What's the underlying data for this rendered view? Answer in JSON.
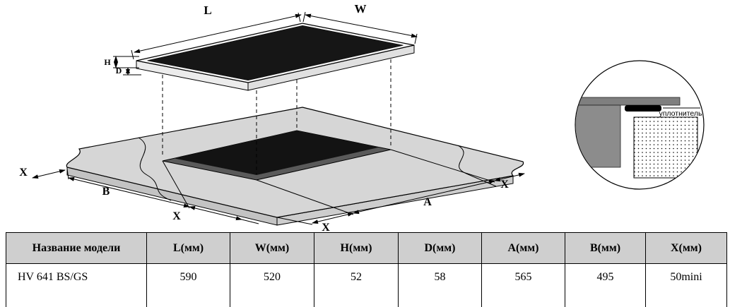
{
  "diagram": {
    "cooktop": {
      "label_l": "L",
      "label_w": "W",
      "label_h": "H",
      "label_d": "D"
    },
    "cutout": {
      "label_x_left": "X",
      "label_b": "B",
      "label_x_bottom_left": "X",
      "label_x_bottom_center": "X",
      "label_a": "A",
      "label_x_right": "X"
    },
    "detail": {
      "seal_label": "уплотнитель"
    }
  },
  "table": {
    "headers": [
      "Название модели",
      "L(мм)",
      "W(мм)",
      "H(мм)",
      "D(мм)",
      "A(мм)",
      "B(мм)",
      "X(мм)"
    ],
    "rows": [
      {
        "model": "HV 641 BS/GS",
        "l": "590",
        "w": "520",
        "h": "52",
        "d": "58",
        "a": "565",
        "b": "495",
        "x": "50mini"
      }
    ]
  },
  "colors": {
    "table_header_bg": "#cfcfcf",
    "countertop_fill": "#d6d6d6",
    "glass_fill": "#161616",
    "metal_gray": "#7f7f7f"
  }
}
